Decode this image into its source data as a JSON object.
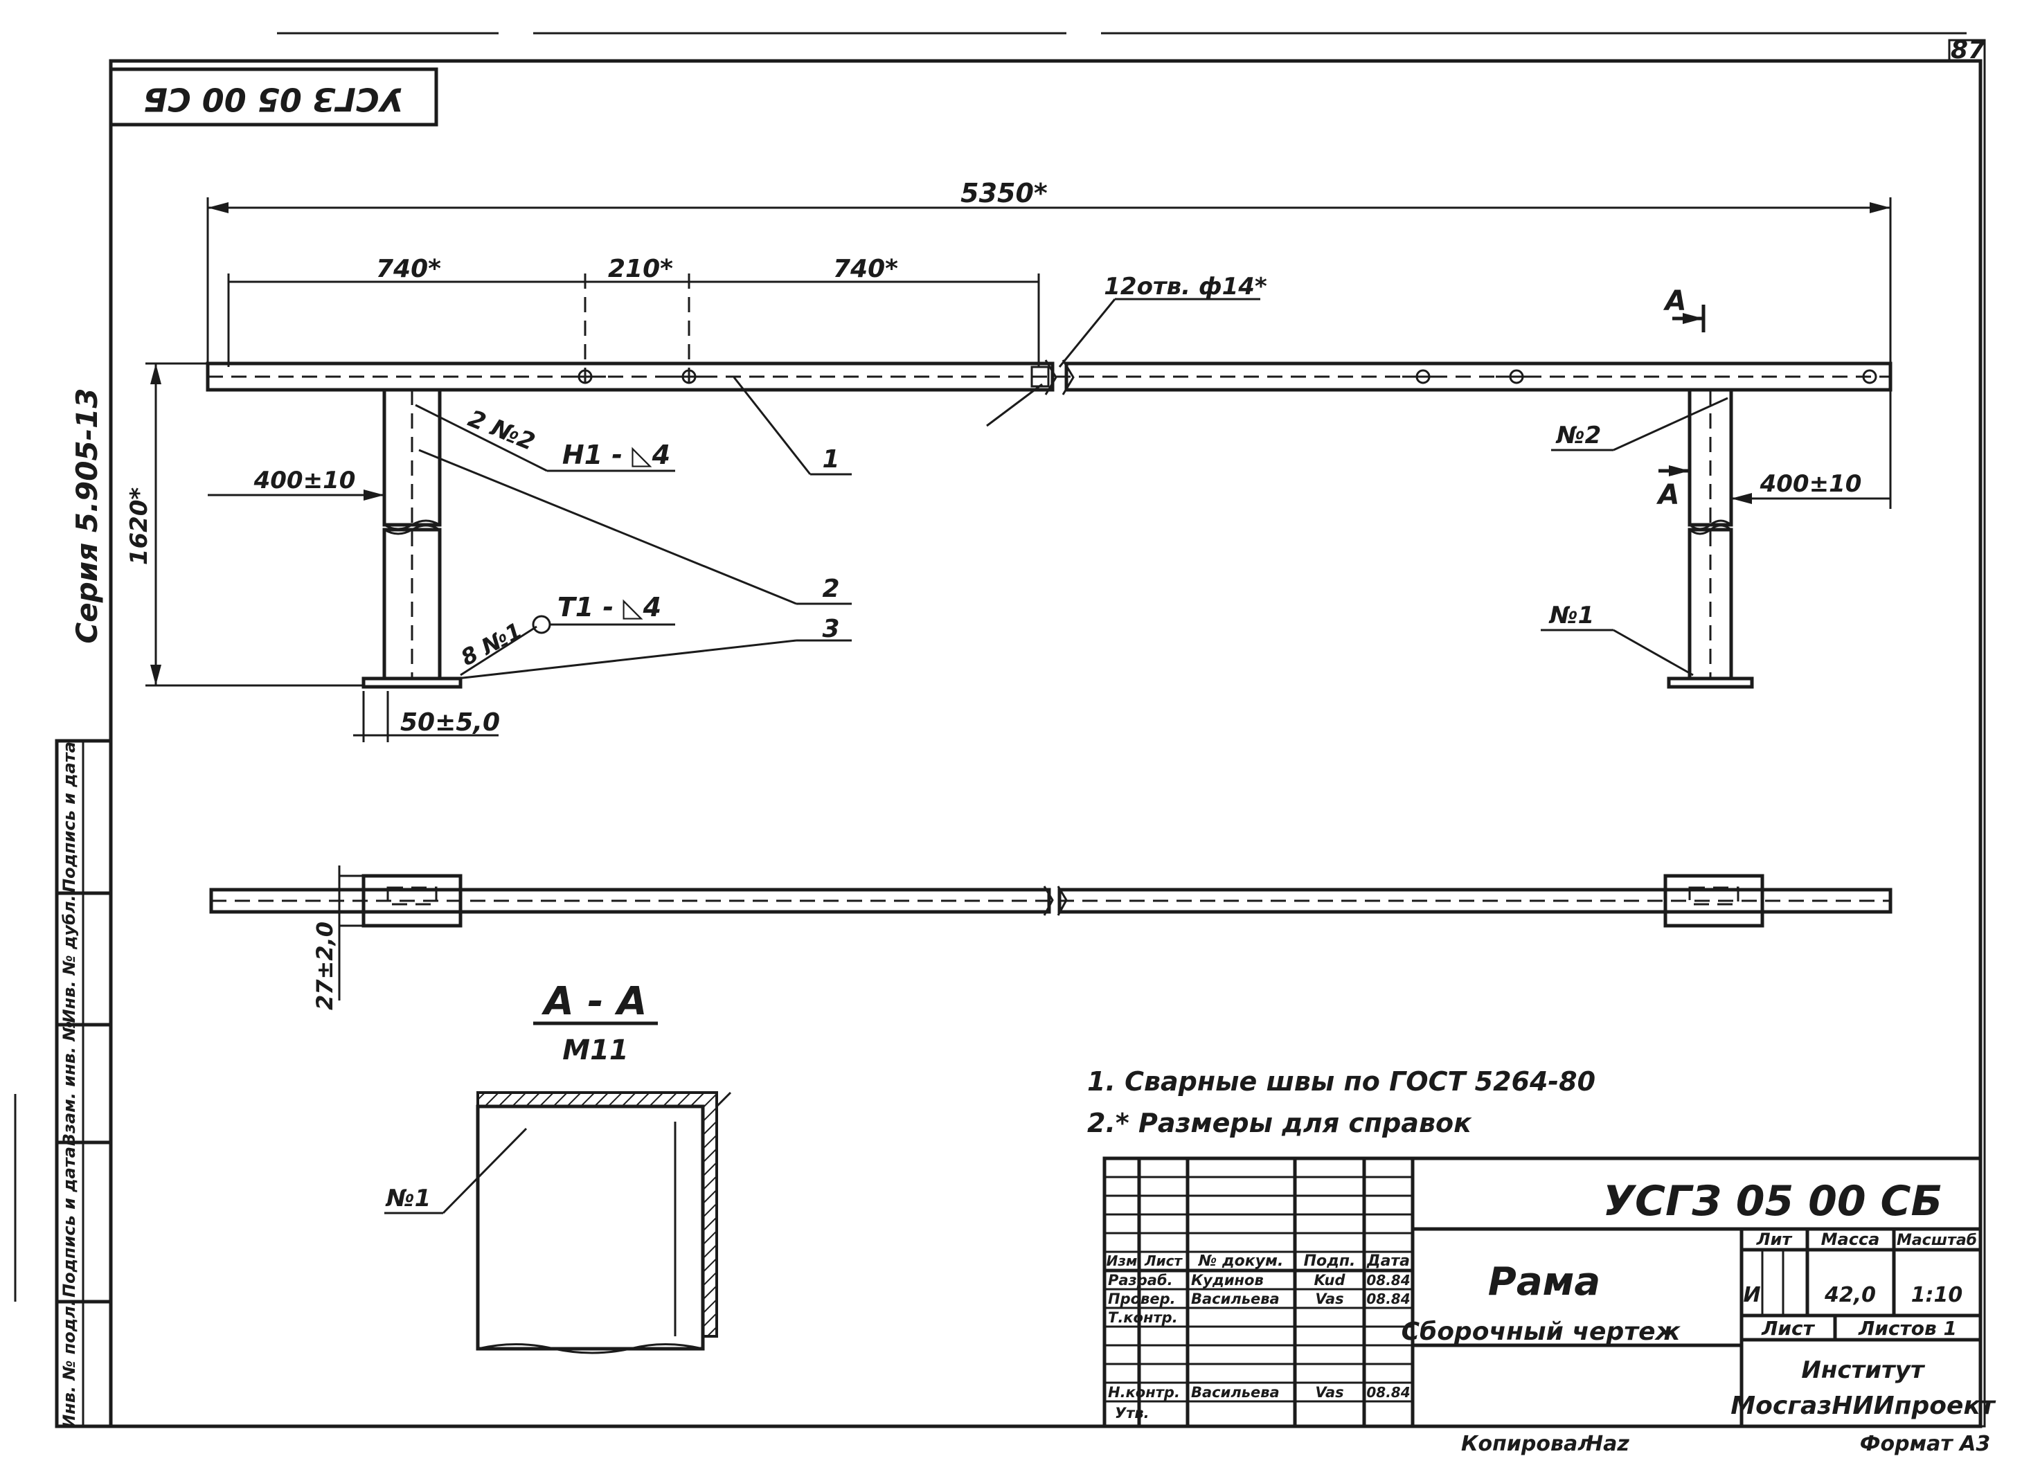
{
  "page_number": "87",
  "rotated_code": "УСГЗ 05 00 СБ",
  "series": "Серия 5.905-13",
  "dims": {
    "overall": "5350*",
    "d1": "740*",
    "d2": "210*",
    "d3": "740*",
    "holes": "12отв. ф14*",
    "height": "1620*",
    "offset_left": "400±10",
    "offset_right": "400±10",
    "base": "50±5,0",
    "width": "27±2,0"
  },
  "section": {
    "marker": "А",
    "title": "А - А",
    "scale": "М11"
  },
  "callouts": {
    "c1": "1",
    "c2": "2",
    "c3": "3",
    "weld_note1": "2 №2",
    "weld_h1": "Н1 - ◺4",
    "weld_note2": "8 №1",
    "weld_t1": "Т1 - ◺4",
    "n2_right": "№2",
    "n1_right": "№1",
    "n1_section": "№1"
  },
  "notes": [
    "1. Сварные швы по ГОСТ 5264-80",
    "2.* Размеры для справок"
  ],
  "side_stamp": [
    "Инв. № подл.",
    "Подпись и дата",
    "Взам. инв. №",
    "Инв. № дубл.",
    "Подпись и дата"
  ],
  "title_block": {
    "code": "УСГЗ 05 00 СБ",
    "name": "Рама",
    "doc_type": "Сборочный чертеж",
    "header": {
      "izm": "Изм",
      "list": "Лист",
      "doc": "№ докум.",
      "sign": "Подп.",
      "date": "Дата"
    },
    "rows": [
      {
        "role": "Разраб.",
        "name": "Кудинов",
        "sign": "Kud",
        "date": "08.84"
      },
      {
        "role": "Провер.",
        "name": "Васильева",
        "sign": "Vas",
        "date": "08.84"
      },
      {
        "role": "Т.контр.",
        "name": "",
        "sign": "",
        "date": ""
      },
      {
        "role": "Н.контр.",
        "name": "Васильева",
        "sign": "Vas",
        "date": "08.84"
      },
      {
        "role": "Утв.",
        "name": "",
        "sign": "",
        "date": ""
      }
    ],
    "lit_label": "Лит",
    "mass_label": "Масса",
    "scale_label": "Масштаб",
    "lit": "И",
    "mass": "42,0",
    "scale": "1:10",
    "sheet_label": "Лист",
    "sheets_label": "Листов 1",
    "institute1": "Институт",
    "institute2": "МосгазНИИпроект"
  },
  "copied": "Копировал",
  "copied_sign": "Haz",
  "format": "Формат А3"
}
